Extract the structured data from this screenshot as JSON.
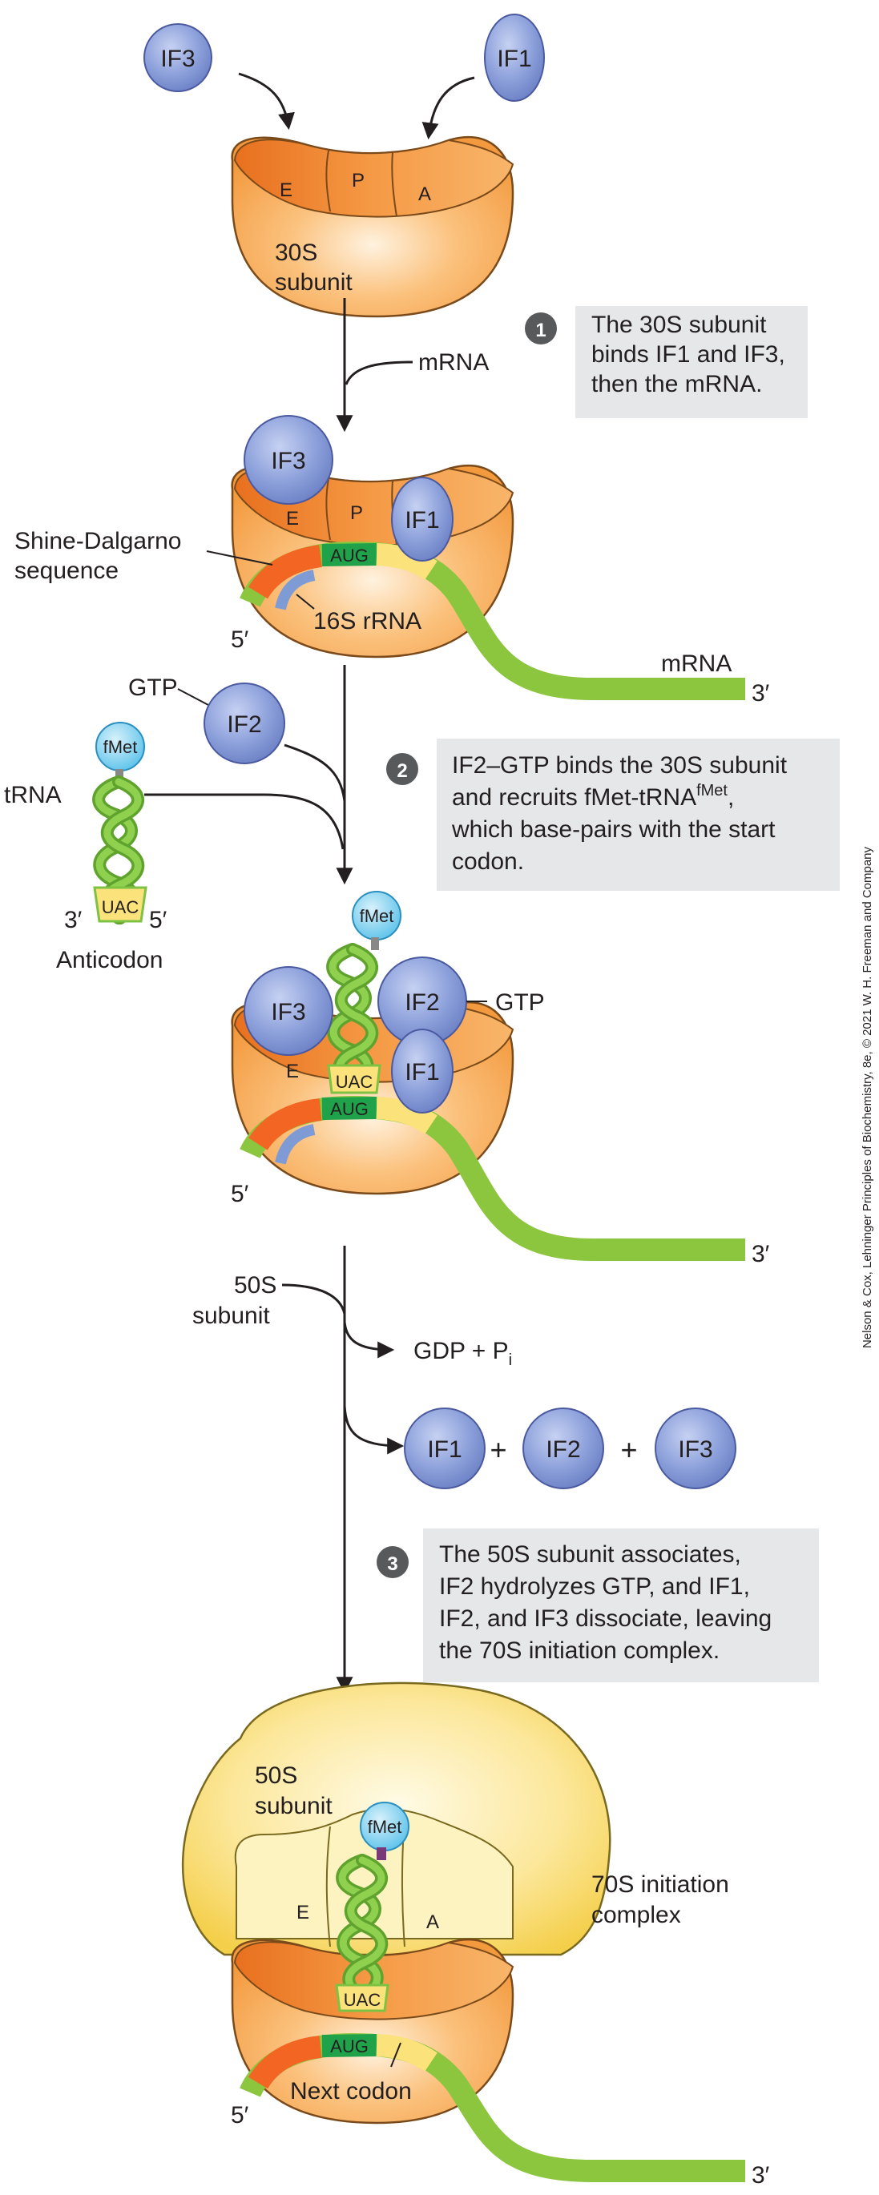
{
  "factors": {
    "if1": "IF1",
    "if2": "IF2",
    "if3": "IF3"
  },
  "sites": {
    "e": "E",
    "p": "P",
    "a": "A"
  },
  "stage1": {
    "subunit_line1": "30S",
    "subunit_line2": "subunit",
    "mrna": "mRNA"
  },
  "stage2": {
    "sd_line1": "Shine-Dalgarno",
    "sd_line2": "sequence",
    "codon": "AUG",
    "rrna": "16S rRNA",
    "five_prime": "5′",
    "three_prime": "3′",
    "mrna": "mRNA"
  },
  "trna": {
    "label": "tRNA",
    "fmet": "fMet",
    "anticodon_seq": "UAC",
    "three": "3′",
    "five": "5′",
    "anticodon": "Anticodon"
  },
  "gtp": "GTP",
  "step1": {
    "number": "1",
    "lines": [
      "The 30S subunit",
      "binds IF1 and IF3,",
      "then the mRNA."
    ]
  },
  "step2": {
    "number": "2",
    "line1": "IF2–GTP binds the 30S subunit",
    "line2_main": "and recruits fMet-tRNA",
    "line2_sup": "fMet",
    "line2_end": ",",
    "line3": "which base-pairs with the start",
    "line4": "codon."
  },
  "stage3": {
    "gtp": "GTP",
    "anticodon_seq": "UAC",
    "codon": "AUG",
    "five_prime": "5′",
    "three_prime": "3′"
  },
  "release": {
    "subunit_line1": "50S",
    "subunit_line2": "subunit",
    "gdp_main": "GDP + P",
    "gdp_sub": "i",
    "plus": "+"
  },
  "step3": {
    "number": "3",
    "lines": [
      "The 50S subunit associates,",
      "IF2 hydrolyzes GTP, and IF1,",
      "IF2, and IF3 dissociate, leaving",
      "the 70S initiation complex."
    ]
  },
  "final": {
    "subunit_line1": "50S",
    "subunit_line2": "subunit",
    "label_line1": "70S initiation",
    "label_line2": "complex",
    "anticodon_seq": "UAC",
    "codon": "AUG",
    "next_codon": "Next codon",
    "five_prime": "5′",
    "three_prime": "3′"
  },
  "credit": "Nelson & Cox, Lehninger Principles of Biochemistry, 8e, © 2021 W. H. Freeman and Company",
  "colors": {
    "subunit30s": "#f7a04b",
    "subunit30s_dark": "#e6782a",
    "subunit50s": "#fbe27a",
    "factor": "#8b9fda",
    "factor_stroke": "#4b5aa0",
    "mrna": "#8cc63f",
    "sd": "#f26522",
    "codon": "#1fa24a",
    "rrna": "#7f9bd6",
    "trna": "#7dc243",
    "fmet": "#6cc8ee",
    "stepbox": "#e6e7e8",
    "stepcircle": "#58595b"
  }
}
